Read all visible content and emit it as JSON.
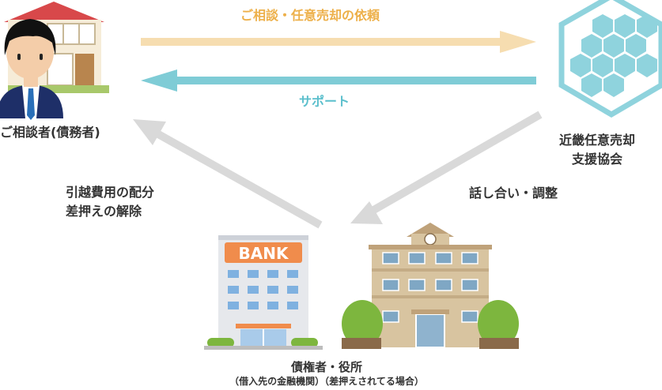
{
  "labels": {
    "request": "ご相談・任意売却の依頼",
    "support": "サポート",
    "client": "ご相談者(債務者)",
    "association_line1": "近畿任意売却",
    "association_line2": "支援協会",
    "left_note_line1": "引越費用の配分",
    "left_note_line2": "差押えの解除",
    "right_note": "話し合い・調整",
    "creditors_line1": "債権者・役所",
    "creditors_line2": "（借入先の金融機関）（差押えされてる場合）",
    "bank_sign": "BANK"
  },
  "colors": {
    "request_arrow": "#F6DDB0",
    "request_text": "#EDB04A",
    "support_arrow": "#7FCCD6",
    "support_text": "#5BBFCC",
    "gray_arrow": "#D9D9D9",
    "hex_logo": "#8FD3DD",
    "bank_sign": "#F08C4C"
  },
  "icons": {
    "client": "person-house-icon",
    "association": "hexagon-logo-icon",
    "bank": "bank-building-icon",
    "office": "government-office-icon"
  }
}
